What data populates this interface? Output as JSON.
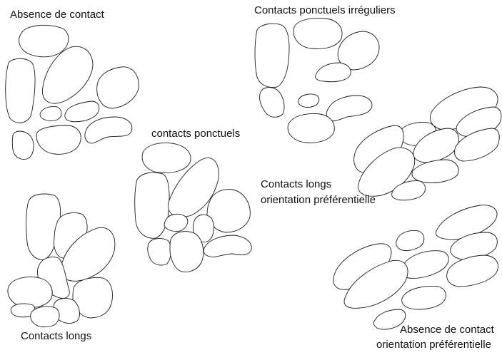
{
  "labels": {
    "absence_contact": "Absence de contact",
    "contacts_ponctuels_irreguliers": "Contacts ponctuels irréguliers",
    "contacts_ponctuels": "contacts ponctuels",
    "contacts_longs_orientation_line1": "Contacts longs",
    "contacts_longs_orientation_line2": "orientation préférentielle",
    "contacts_longs": "Contacts longs",
    "absence_orientation_line1": "Absence de contact",
    "absence_orientation_line2": "orientation préférentielle"
  },
  "style": {
    "stroke_color": "#1a1a1a",
    "fill_color": "#ffffff",
    "text_color": "#111111"
  }
}
